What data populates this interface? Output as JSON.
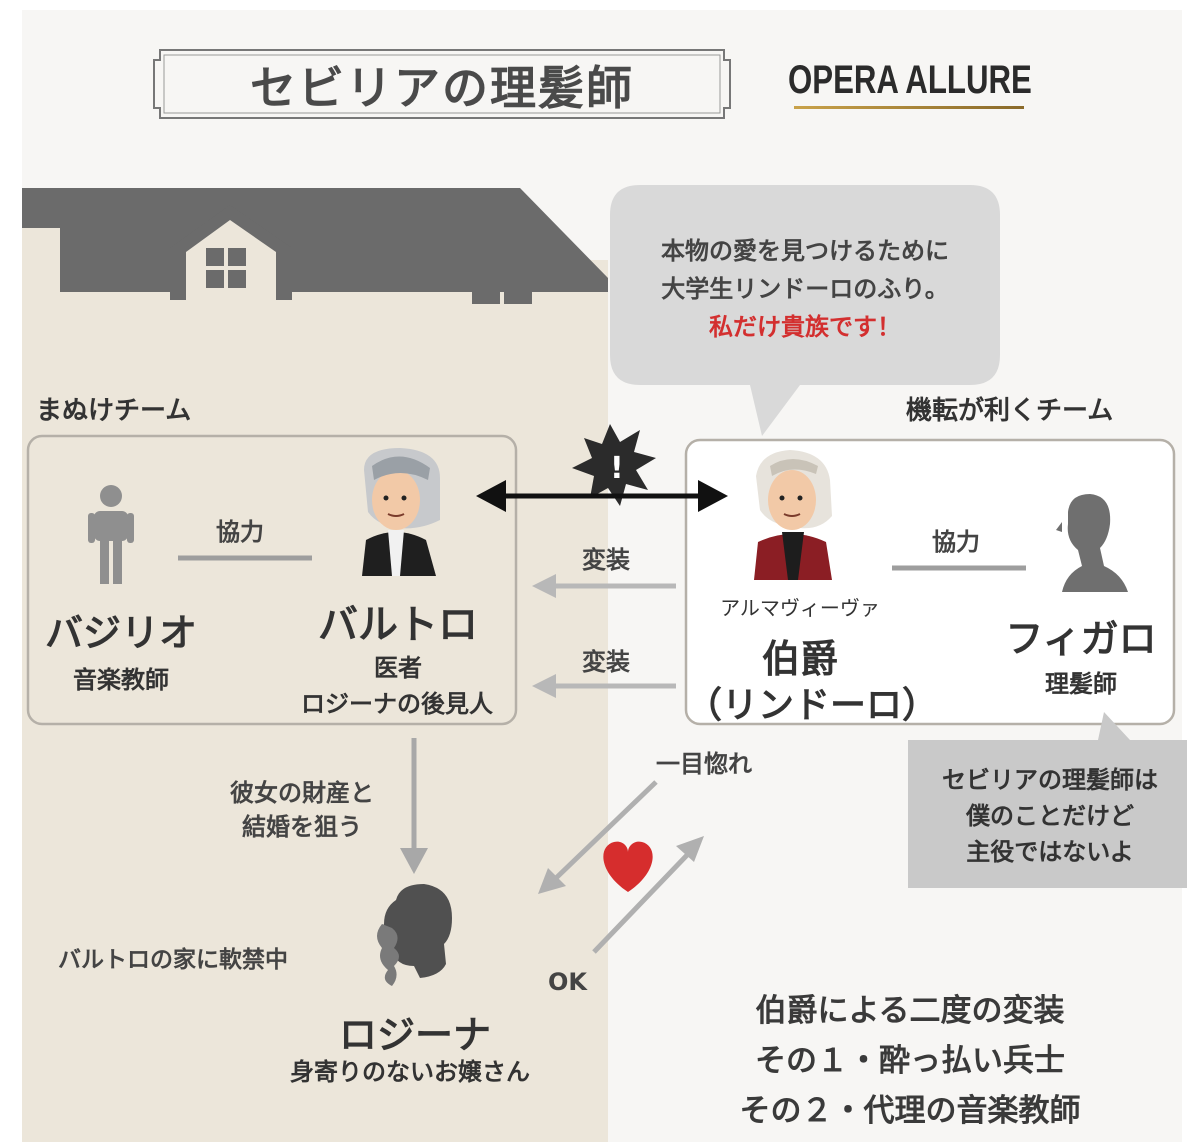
{
  "title": "セビリアの理髪師",
  "brand": "OPERA ALLURE",
  "teams": {
    "left_label": "まぬけチーム",
    "right_label": "機転が利くチーム"
  },
  "speech_count": {
    "line1": "本物の愛を見つけるために",
    "line2": "大学生リンドーロのふり。",
    "line3_red": "私だけ貴族です！"
  },
  "speech_figaro": {
    "line1": "セビリアの理髪師は",
    "line2": "僕のことだけど",
    "line3": "主役ではないよ"
  },
  "characters": {
    "basilio": {
      "name": "バジリオ",
      "role": "音楽教師"
    },
    "bartolo": {
      "name": "バルトロ",
      "role1": "医者",
      "role2": "ロジーナの後見人"
    },
    "count": {
      "small": "アルマヴィーヴァ",
      "name": "伯爵",
      "alias": "（リンドーロ）"
    },
    "figaro": {
      "name": "フィガロ",
      "role": "理髪師"
    },
    "rosina": {
      "name": "ロジーナ",
      "role": "身寄りのないお嬢さん",
      "note": "バルトロの家に軟禁中"
    }
  },
  "relations": {
    "cooperate_left": "協力",
    "cooperate_right": "協力",
    "disguise1": "変装",
    "disguise2": "変装",
    "target_line1": "彼女の財産と",
    "target_line2": "結婚を狙う",
    "love_at_first_sight": "一目惚れ",
    "ok": "OK"
  },
  "summary": {
    "line1": "伯爵による二度の変装",
    "line2": "その１・酔っ払い兵士",
    "line3": "その２・代理の音楽教師"
  },
  "colors": {
    "accent_red": "#d32f2f",
    "heart": "#d62d2d",
    "house_wall": "#ece6da",
    "roof": "#6b6b6b"
  }
}
